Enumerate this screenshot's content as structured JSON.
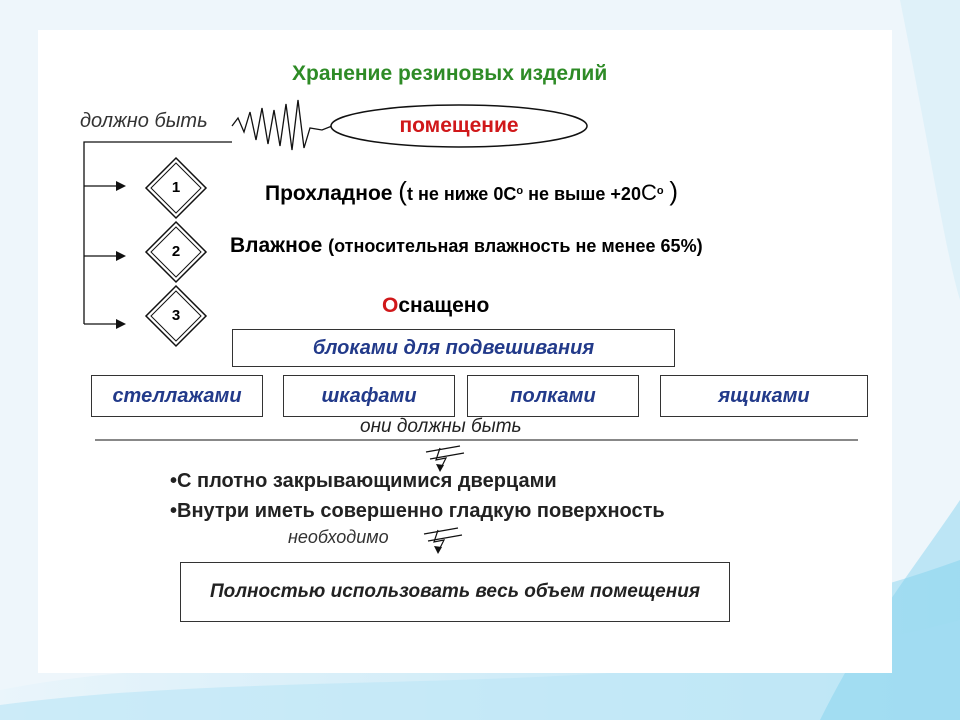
{
  "title": "Хранение резиновых изделий",
  "must_be_label": "должно быть",
  "room_label": "помещение",
  "requirements": [
    {
      "number": "1"
    },
    {
      "number": "2"
    },
    {
      "number": "3"
    }
  ],
  "cool": {
    "main": "Прохладное",
    "open_paren": "(",
    "detail": "t не ниже 0С",
    "deg": "o",
    "detail2": " не выше +20",
    "unit_c": "С",
    "deg2": "o",
    "close_paren": ")"
  },
  "humid": {
    "main": "Влажное ",
    "detail": "(относительная влажность не менее 65%)"
  },
  "equipped": {
    "first_letter": "О",
    "rest": "снащено"
  },
  "blocks_label": "блоками для подвешивания",
  "furniture": [
    "стеллажами",
    "шкафами",
    "полками",
    "ящиками"
  ],
  "they_must_label": "они должны быть",
  "bullets": [
    "•С плотно закрывающимися дверцами",
    "•Внутри иметь совершенно гладкую поверхность"
  ],
  "necessary_label": "необходимо",
  "final_box": "Полностью использовать весь объем помещения",
  "colors": {
    "title": "#2e8b26",
    "accent_red": "#d0181a",
    "box_text": "#223a8a",
    "background_wave": "#5fc4ea"
  }
}
